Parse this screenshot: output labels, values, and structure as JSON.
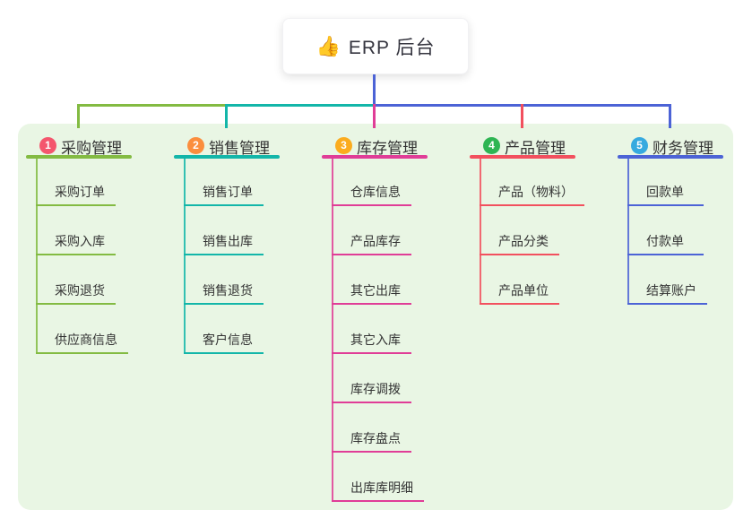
{
  "root": {
    "icon": "👍",
    "label": "ERP 后台"
  },
  "branches": [
    {
      "badge": "1",
      "badge_color": "#f4566d",
      "line_color": "#83bb42",
      "label": "采购管理",
      "children": [
        "采购订单",
        "采购入库",
        "采购退货",
        "供应商信息"
      ]
    },
    {
      "badge": "2",
      "badge_color": "#fb8e3e",
      "line_color": "#13b6a9",
      "label": "销售管理",
      "children": [
        "销售订单",
        "销售出库",
        "销售退货",
        "客户信息"
      ]
    },
    {
      "badge": "3",
      "badge_color": "#fbac1e",
      "line_color": "#e03d97",
      "label": "库存管理",
      "children": [
        "仓库信息",
        "产品库存",
        "其它出库",
        "其它入库",
        "库存调拨",
        "库存盘点",
        "出库库明细"
      ]
    },
    {
      "badge": "4",
      "badge_color": "#2eb553",
      "line_color": "#f2505e",
      "label": "产品管理",
      "children": [
        "产品（物料）",
        "产品分类",
        "产品单位"
      ]
    },
    {
      "badge": "5",
      "badge_color": "#36aadf",
      "line_color": "#4c63d6",
      "label": "财务管理",
      "children": [
        "回款单",
        "付款单",
        "结算账户"
      ]
    }
  ],
  "colors": {
    "canvas_bg": "#ffffff",
    "panel_bg": "#e9f6e4",
    "root_line": "#4c63d6",
    "text_dark": "#35353f",
    "text_child": "#333333"
  }
}
